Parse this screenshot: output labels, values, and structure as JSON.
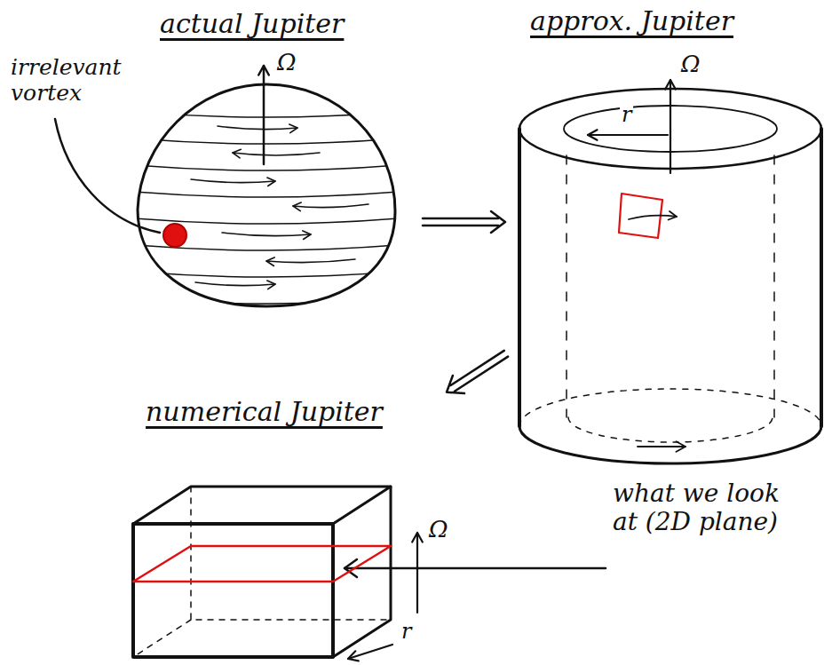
{
  "diagram": {
    "nodes": [
      {
        "text": [
          "actual Jupiter"
        ]
      },
      {
        "text": [
          "approx. Jupiter"
        ]
      },
      {
        "text": [
          "numerical Jupiter"
        ]
      }
    ],
    "edges": [
      {
        "from": 0,
        "to": 1,
        "arrow": "to"
      },
      {
        "from": 1,
        "to": 2,
        "arrow": "to"
      }
    ],
    "labels": [
      "irrelevant vortex",
      "Ω",
      "Ω",
      "r",
      "Ω",
      "r",
      "what we look at (2D plane)"
    ]
  }
}
